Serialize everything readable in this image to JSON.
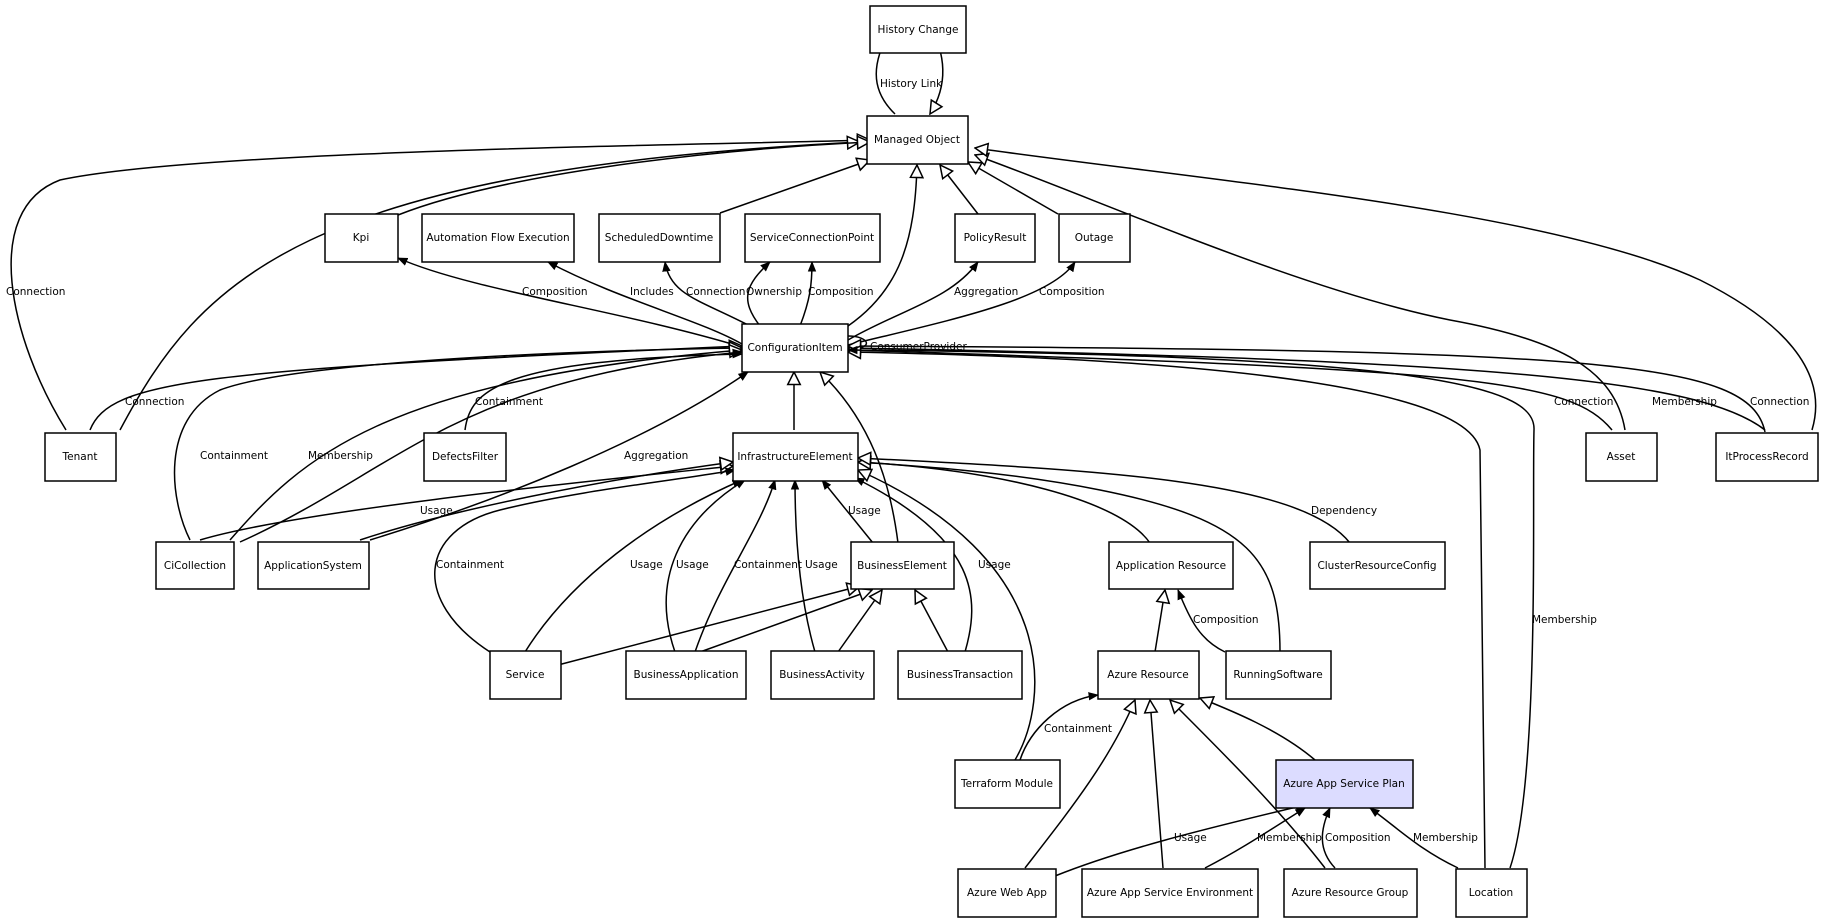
{
  "nodes": {
    "history_change": {
      "label": "History Change"
    },
    "managed_object": {
      "label": "Managed Object"
    },
    "kpi": {
      "label": "Kpi"
    },
    "automation_flow_execution": {
      "label": "Automation Flow Execution"
    },
    "scheduled_downtime": {
      "label": "ScheduledDowntime"
    },
    "service_connection_point": {
      "label": "ServiceConnectionPoint"
    },
    "policy_result": {
      "label": "PolicyResult"
    },
    "outage": {
      "label": "Outage"
    },
    "configuration_item": {
      "label": "ConfigurationItem"
    },
    "tenant": {
      "label": "Tenant"
    },
    "defects_filter": {
      "label": "DefectsFilter"
    },
    "infrastructure_element": {
      "label": "InfrastructureElement"
    },
    "asset": {
      "label": "Asset"
    },
    "it_process_record": {
      "label": "ItProcessRecord"
    },
    "ci_collection": {
      "label": "CiCollection"
    },
    "application_system": {
      "label": "ApplicationSystem"
    },
    "business_element": {
      "label": "BusinessElement"
    },
    "application_resource": {
      "label": "Application Resource"
    },
    "cluster_resource_config": {
      "label": "ClusterResourceConfig"
    },
    "service": {
      "label": "Service"
    },
    "business_application": {
      "label": "BusinessApplication"
    },
    "business_activity": {
      "label": "BusinessActivity"
    },
    "business_transaction": {
      "label": "BusinessTransaction"
    },
    "azure_resource": {
      "label": "Azure Resource"
    },
    "running_software": {
      "label": "RunningSoftware"
    },
    "terraform_module": {
      "label": "Terraform Module"
    },
    "azure_app_service_plan": {
      "label": "Azure App Service Plan"
    },
    "azure_web_app": {
      "label": "Azure Web App"
    },
    "azure_app_service_environment": {
      "label": "Azure App Service Environment"
    },
    "azure_resource_group": {
      "label": "Azure Resource Group"
    },
    "location": {
      "label": "Location"
    }
  },
  "edge_labels": {
    "history_link": "History Link",
    "tenant_mo_connection": "Connection",
    "ci_kpi_composition": "Composition",
    "ci_afe_includes": "Includes",
    "ci_sd_connection": "Connection",
    "ci_scp_ownership": "Ownership",
    "ci_scp_composition": "Composition",
    "ci_pr_aggregation": "Aggregation",
    "ci_outage_composition": "Composition",
    "ci_self_consumer_provider": "ConsumerProvider",
    "tenant_ci_connection": "Connection",
    "defects_ci_containment": "Containment",
    "cicollection_ci_containment": "Containment",
    "cicollection_ci_membership": "Membership",
    "appsystem_ci_aggregation": "Aggregation",
    "asset_ci_connection": "Connection",
    "itpr_ci_membership": "Membership",
    "itpr_ci_connection": "Connection",
    "location_ci_membership": "Membership",
    "cicollection_ie_usage": "Usage",
    "clusterconfig_ie_dependency": "Dependency",
    "business_ie_usage": "Usage",
    "service_ie_containment": "Containment",
    "service_ie_usage": "Usage",
    "bizapp_ie_usage": "Usage",
    "bizapp_ie_containment": "Containment",
    "bizactivity_ie_usage": "Usage",
    "biztransaction_ie_usage": "Usage",
    "runningsoftware_appres_composition": "Composition",
    "terraform_azres_containment": "Containment",
    "webapp_plan_usage": "Usage",
    "ase_plan_membership": "Membership",
    "rg_plan_composition": "Composition",
    "location_plan_membership": "Membership"
  },
  "colors": {
    "highlight_fill": "#dcdcff",
    "stroke": "#000000",
    "background": "#ffffff"
  }
}
